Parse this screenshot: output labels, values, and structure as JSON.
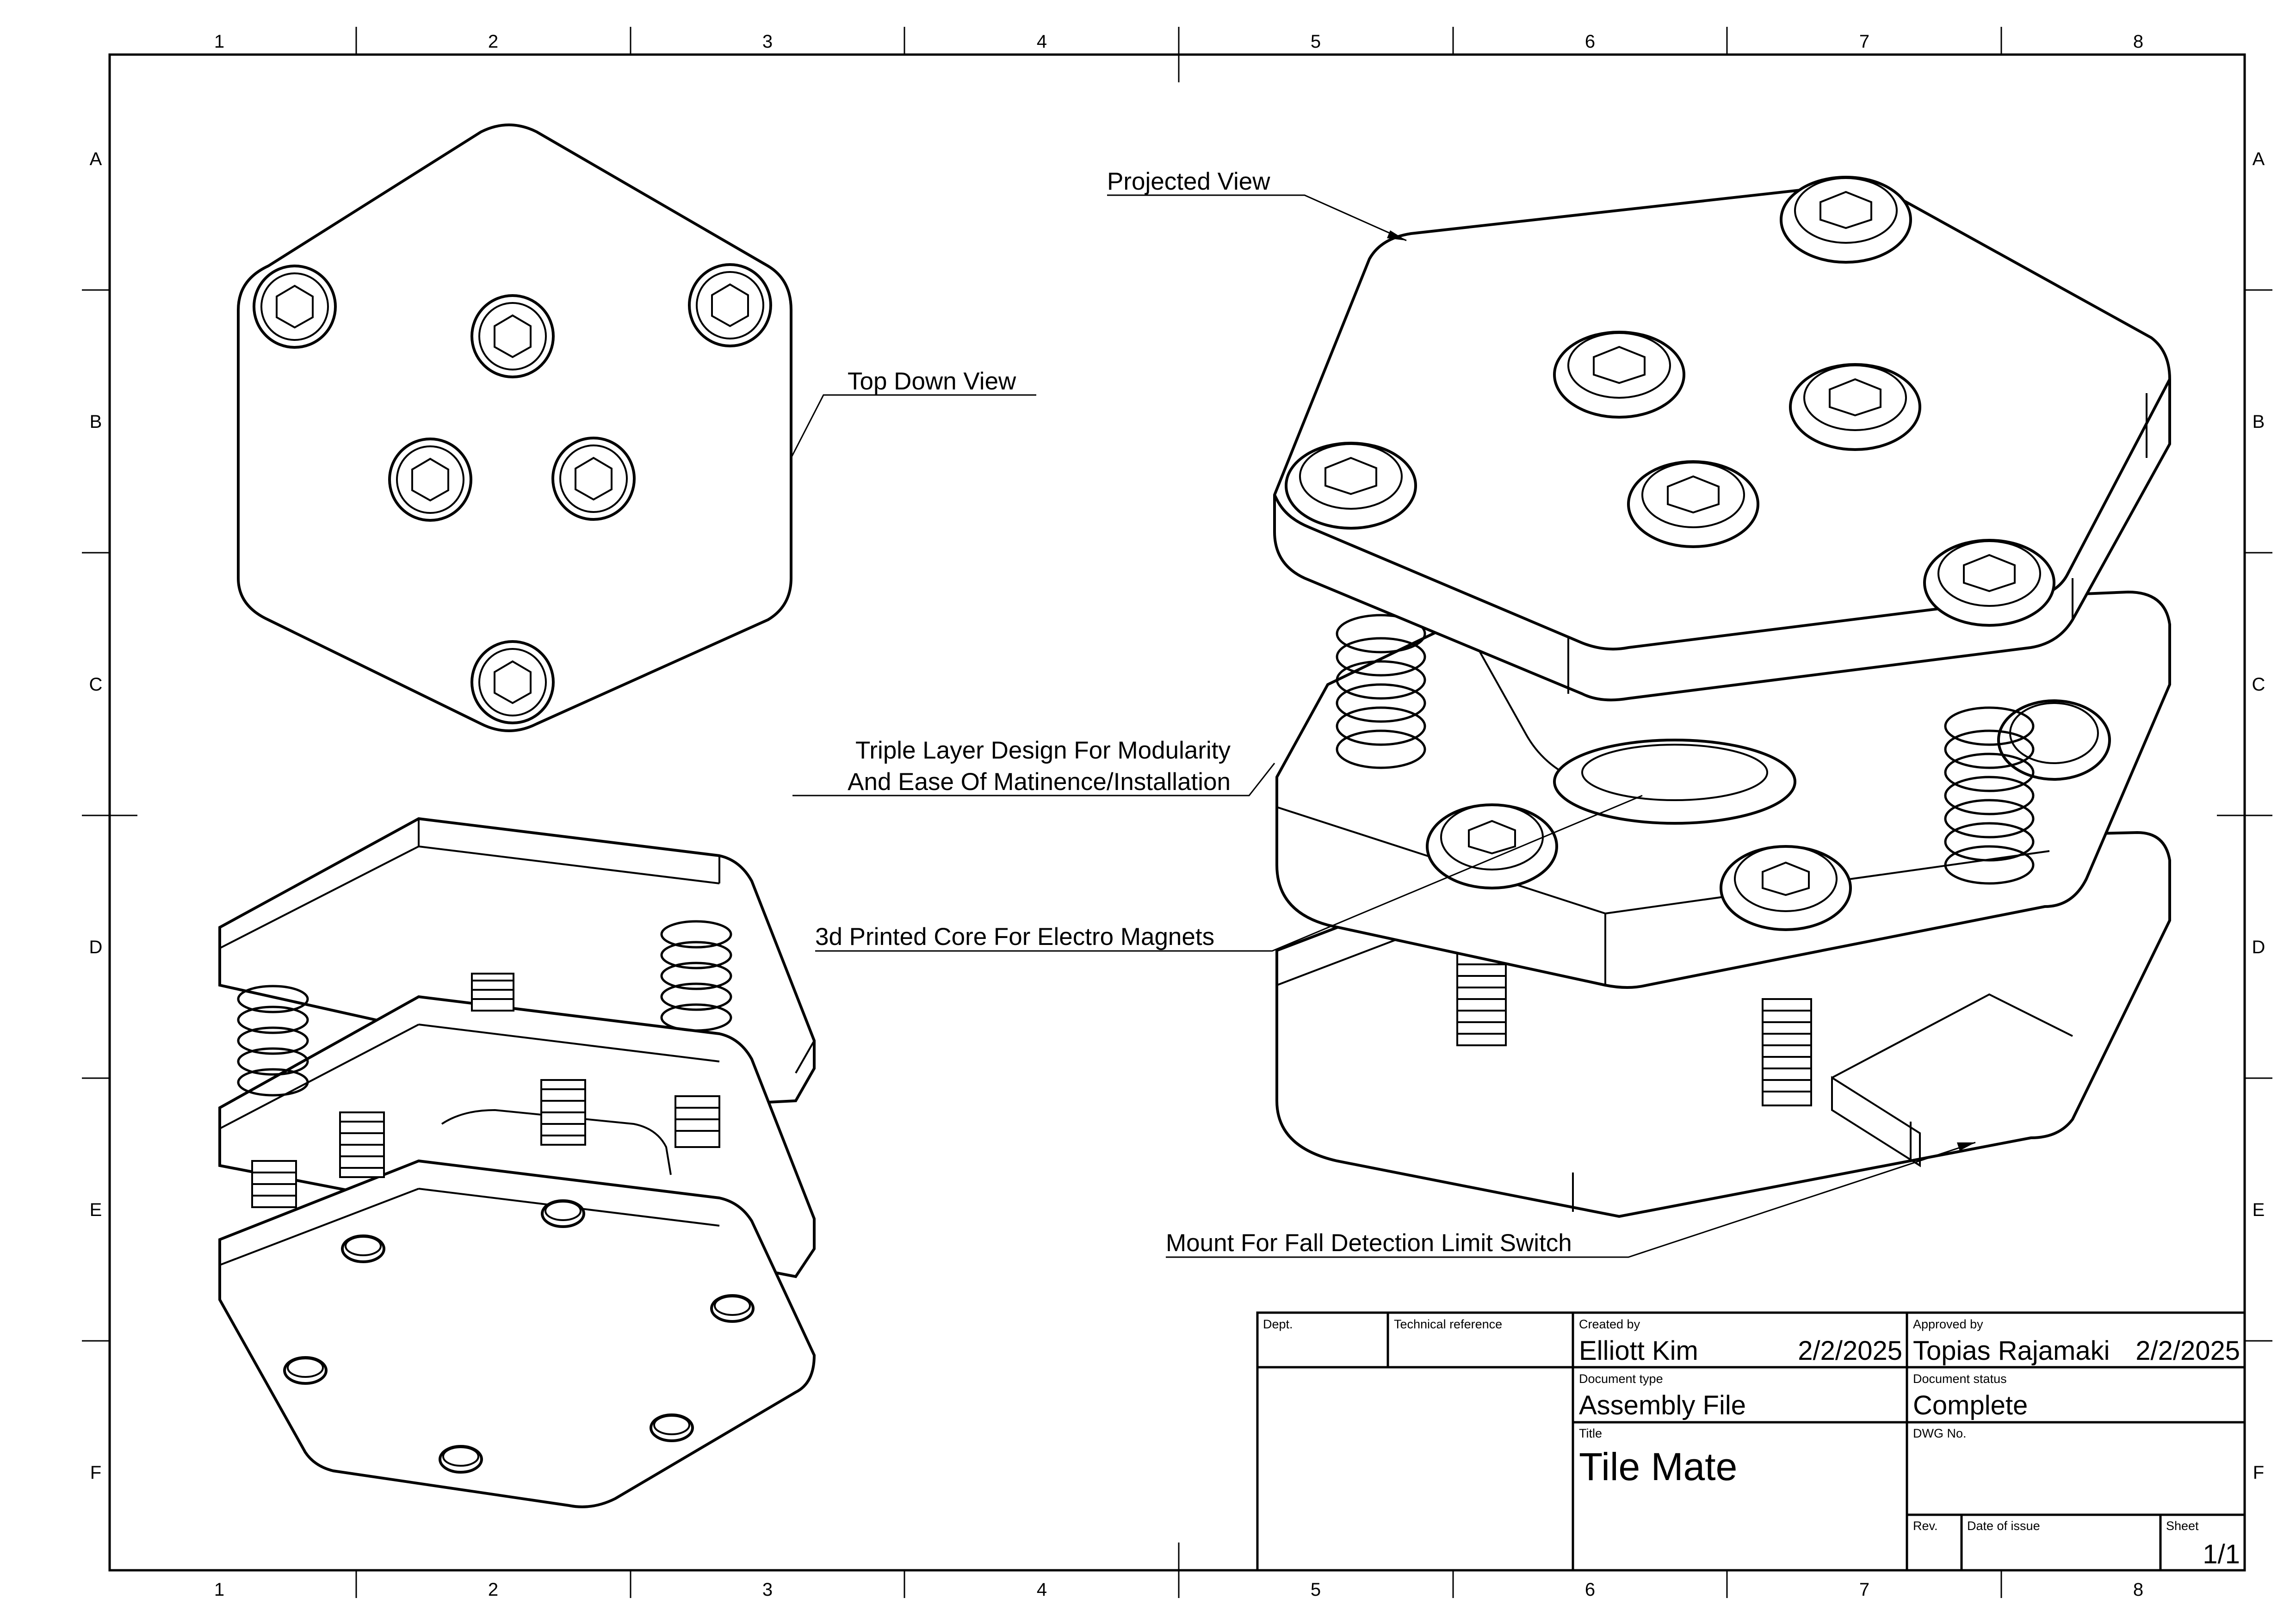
{
  "border": {
    "column_labels": [
      "1",
      "2",
      "3",
      "4",
      "5",
      "6",
      "7",
      "8"
    ],
    "row_labels": [
      "A",
      "B",
      "C",
      "D",
      "E",
      "F"
    ]
  },
  "callouts": {
    "projected_view": "Projected View",
    "top_down_view": "Top Down View",
    "triple_layer_line1": "Triple Layer Design For Modularity",
    "triple_layer_line2": "And Ease Of Matinence/Installation",
    "core": "3d Printed  Core For Electro Magnets",
    "mount": "Mount For Fall Detection Limit Switch"
  },
  "title_block": {
    "dept_label": "Dept.",
    "technical_reference_label": "Technical reference",
    "created_by_label": "Created by",
    "created_by": "Elliott Kim",
    "created_date": "2/2/2025",
    "approved_by_label": "Approved by",
    "approved_by": "Topias Rajamaki",
    "approved_date": "2/2/2025",
    "document_type_label": "Document type",
    "document_type": "Assembly File",
    "document_status_label": "Document status",
    "document_status": "Complete",
    "title_label": "Title",
    "title": "Tile Mate",
    "dwg_no_label": "DWG No.",
    "dwg_no": "",
    "rev_label": "Rev.",
    "rev": "",
    "date_of_issue_label": "Date of issue",
    "date_of_issue": "",
    "sheet_label": "Sheet",
    "sheet": "1/1"
  }
}
